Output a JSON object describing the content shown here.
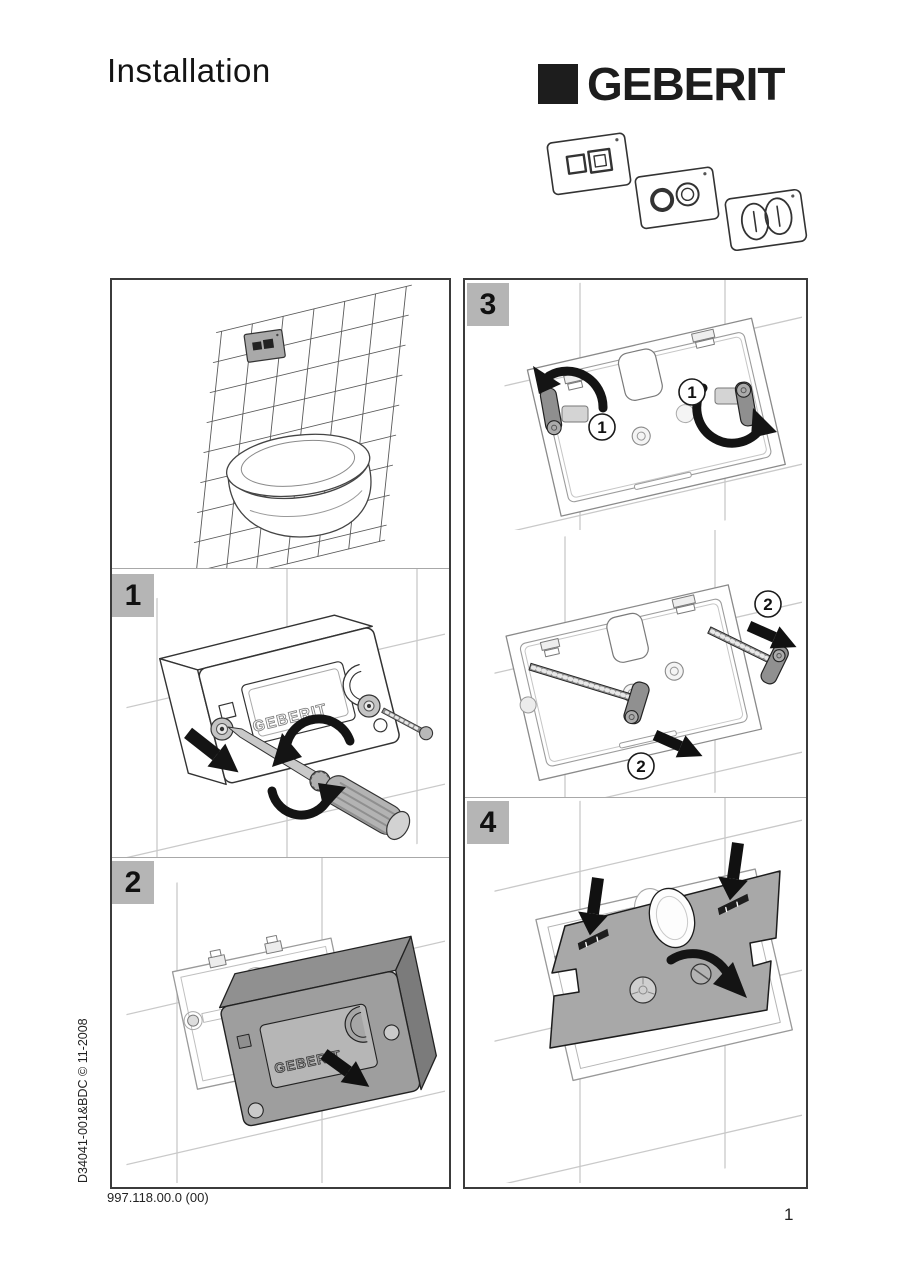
{
  "header": {
    "title": "Installation",
    "brand": "GEBERIT"
  },
  "product_row": {
    "plate1_icon": "flush-plate-two-square-buttons",
    "plate2_icon": "flush-plate-two-round-buttons",
    "plate3_icon": "flush-plate-two-oval-buttons"
  },
  "steps": {
    "s1": "1",
    "s2": "2",
    "s3": "3",
    "s4": "4"
  },
  "annotations": {
    "one": "1",
    "two": "2"
  },
  "illustration_text": {
    "embossed_brand": "GEBERIT"
  },
  "colors": {
    "label_box": "#b5b5b5",
    "frame_gray": "#9e9e9e",
    "plate_gray": "#a8a8a8",
    "line_dark": "#333333",
    "tile_light": "#c9c9c9"
  },
  "footer": {
    "doc_code": "D34041-001&BDC © 11-2008",
    "article_number": "997.118.00.0 (00)",
    "page_number": "1"
  }
}
